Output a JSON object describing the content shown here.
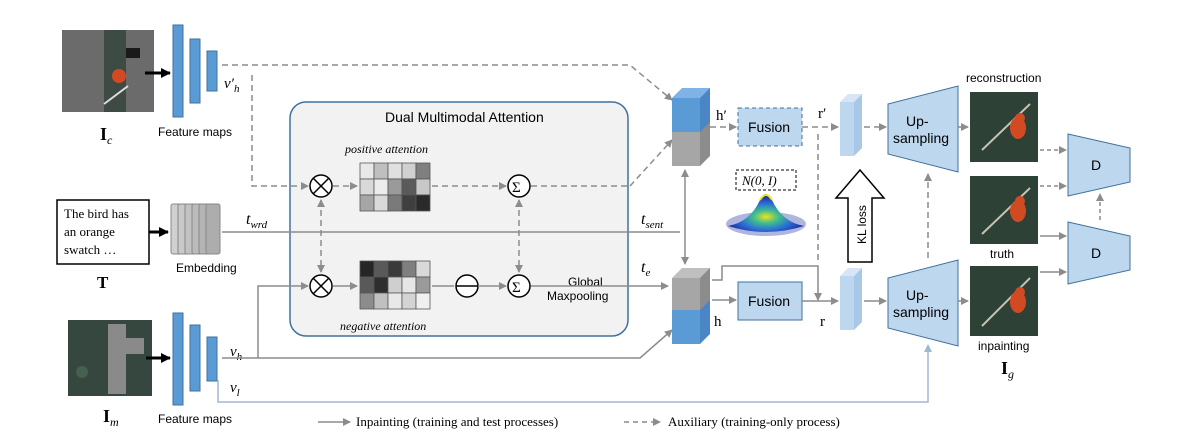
{
  "labels": {
    "ic": "I",
    "ic_sub": "c",
    "im": "I",
    "im_sub": "m",
    "ig": "I",
    "ig_sub": "g",
    "t_bold": "T",
    "feature_maps_top": "Feature maps",
    "feature_maps_bottom": "Feature maps",
    "vh_prime": "v′",
    "vh_prime_sub": "h",
    "vh": "v",
    "vh_sub": "h",
    "vl": "v",
    "vl_sub": "l",
    "text_box_lines": [
      "The bird has",
      "an orange",
      "swatch …"
    ],
    "embedding": "Embedding",
    "twrd": "t",
    "twrd_sub": "wrd",
    "tsent": "t",
    "tsent_sub": "sent",
    "te": "t",
    "te_sub": "e",
    "dma_title": "Dual Multimodal Attention",
    "positive_attention": "positive attention",
    "negative_attention": "negative attention",
    "global_maxpool_1": "Global",
    "global_maxpool_2": "Maxpooling",
    "h_prime": "h′",
    "h": "h",
    "fusion_top": "Fusion",
    "fusion_bottom": "Fusion",
    "r_prime": "r′",
    "r": "r",
    "normal_dist": "N(0, I)",
    "kl_loss": "KL loss",
    "upsampling_top_1": "Up-",
    "upsampling_top_2": "sampling",
    "upsampling_bottom_1": "Up-",
    "upsampling_bottom_2": "sampling",
    "reconstruction": "reconstruction",
    "truth": "truth",
    "inpainting": "inpainting",
    "d_top": "D",
    "d_bottom": "D",
    "legend_solid": "Inpainting (training and test processes)",
    "legend_dashed": "Auxiliary (training-only process)"
  },
  "colors": {
    "fmap_blue": "#5b9bd5",
    "light_blue": "#bdd7ee",
    "dma_bg": "#f2f2f2",
    "line_gray": "#8c8c8c"
  }
}
